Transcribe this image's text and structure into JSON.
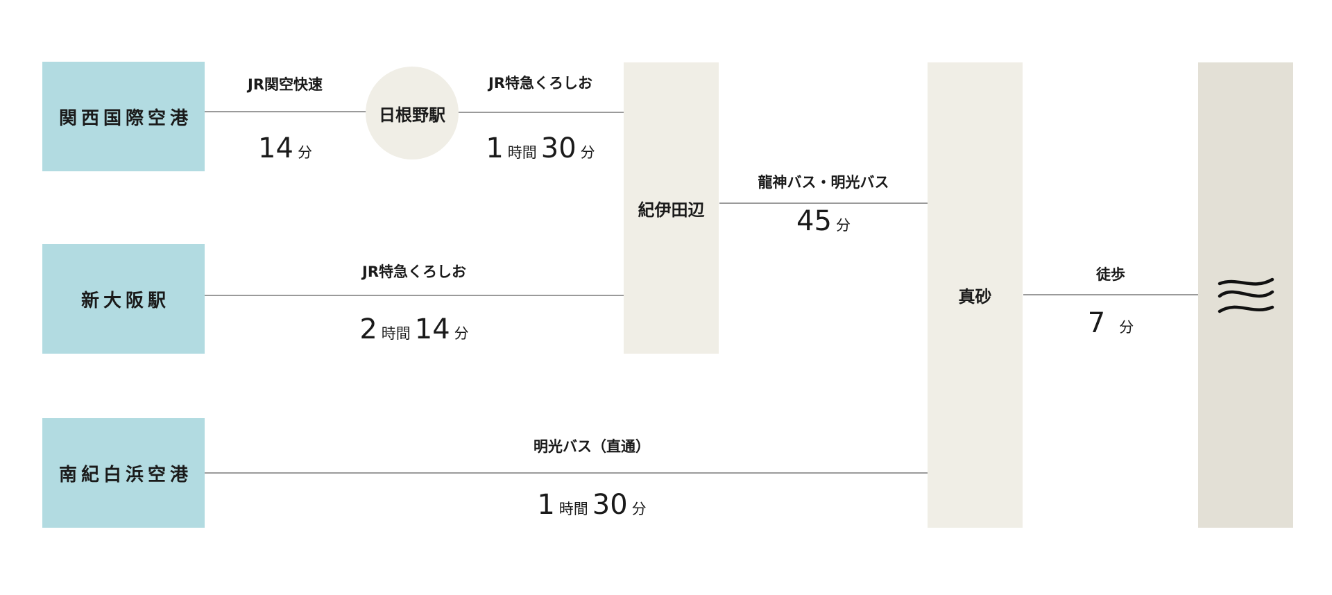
{
  "stations": {
    "kansai_airport": "関西国際空港",
    "shin_osaka": "新大阪駅",
    "nanki_shirahama": "南紀白浜空港",
    "hineno": "日根野駅",
    "kii_tanabe": "紀伊田辺",
    "masago": "真砂"
  },
  "routes": {
    "kansai_to_hineno": {
      "label": "JR関空快速",
      "minutes": "14",
      "min_unit": "分"
    },
    "hineno_to_tanabe": {
      "label": "JR特急くろしお",
      "hours": "1",
      "hour_unit": "時間",
      "minutes": "30",
      "min_unit": "分"
    },
    "shinosaka_to_tanabe": {
      "label": "JR特急くろしお",
      "hours": "2",
      "hour_unit": "時間",
      "minutes": "14",
      "min_unit": "分"
    },
    "tanabe_to_masago": {
      "label": "龍神バス・明光バス",
      "minutes": "45",
      "min_unit": "分"
    },
    "shirahama_to_masago": {
      "label": "明光バス（直通）",
      "hours": "1",
      "hour_unit": "時間",
      "minutes": "30",
      "min_unit": "分"
    },
    "masago_to_dest": {
      "label": "徒歩",
      "minutes": "7",
      "min_unit": "分"
    }
  },
  "colors": {
    "origin_box": "#b2dbe1",
    "hub_box": "#f0eee6",
    "dest_box": "#e3e0d6",
    "line": "#9a9a9a"
  },
  "icons": {
    "destination_logo": "wave-logo-icon"
  }
}
